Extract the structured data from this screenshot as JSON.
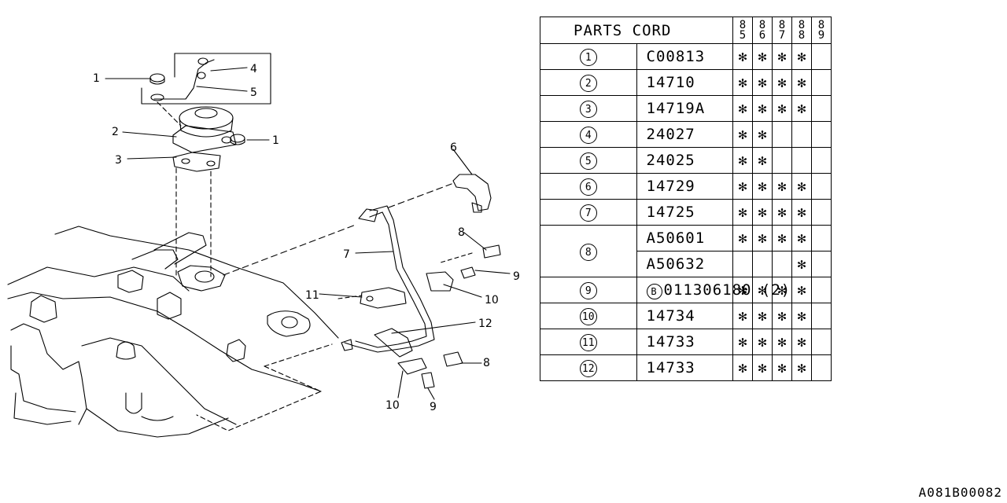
{
  "table": {
    "header": "PARTS CORD",
    "years": [
      [
        "8",
        "5"
      ],
      [
        "8",
        "6"
      ],
      [
        "8",
        "7"
      ],
      [
        "8",
        "8"
      ],
      [
        "8",
        "9"
      ]
    ],
    "rows": [
      {
        "ref": "1",
        "code": "C00813",
        "marks": [
          "✻",
          "✻",
          "✻",
          "✻",
          ""
        ]
      },
      {
        "ref": "2",
        "code": "14710",
        "marks": [
          "✻",
          "✻",
          "✻",
          "✻",
          ""
        ]
      },
      {
        "ref": "3",
        "code": "14719A",
        "marks": [
          "✻",
          "✻",
          "✻",
          "✻",
          ""
        ]
      },
      {
        "ref": "4",
        "code": "24027",
        "marks": [
          "✻",
          "✻",
          "",
          "",
          ""
        ]
      },
      {
        "ref": "5",
        "code": "24025",
        "marks": [
          "✻",
          "✻",
          "",
          "",
          ""
        ]
      },
      {
        "ref": "6",
        "code": "14729",
        "marks": [
          "✻",
          "✻",
          "✻",
          "✻",
          ""
        ]
      },
      {
        "ref": "7",
        "code": "14725",
        "marks": [
          "✻",
          "✻",
          "✻",
          "✻",
          ""
        ]
      },
      {
        "ref": "8",
        "code": "A50601",
        "marks": [
          "✻",
          "✻",
          "✻",
          "✻",
          ""
        ]
      },
      {
        "ref": "",
        "code": "A50632",
        "marks": [
          "",
          "",
          "",
          "✻",
          ""
        ]
      },
      {
        "ref": "9",
        "badge": "B",
        "code": "011306180 (2)",
        "marks": [
          "✻",
          "✻",
          "✻",
          "✻",
          ""
        ]
      },
      {
        "ref": "10",
        "code": "14734",
        "marks": [
          "✻",
          "✻",
          "✻",
          "✻",
          ""
        ]
      },
      {
        "ref": "11",
        "code": "14733",
        "marks": [
          "✻",
          "✻",
          "✻",
          "✻",
          ""
        ]
      },
      {
        "ref": "12",
        "code": "14733",
        "marks": [
          "✻",
          "✻",
          "✻",
          "✻",
          ""
        ]
      }
    ]
  },
  "callouts": [
    "1",
    "4",
    "5",
    "2",
    "1",
    "3",
    "6",
    "8",
    "7",
    "9",
    "11",
    "10",
    "12",
    "8",
    "10",
    "9"
  ],
  "diagram_code": "A081B00082"
}
